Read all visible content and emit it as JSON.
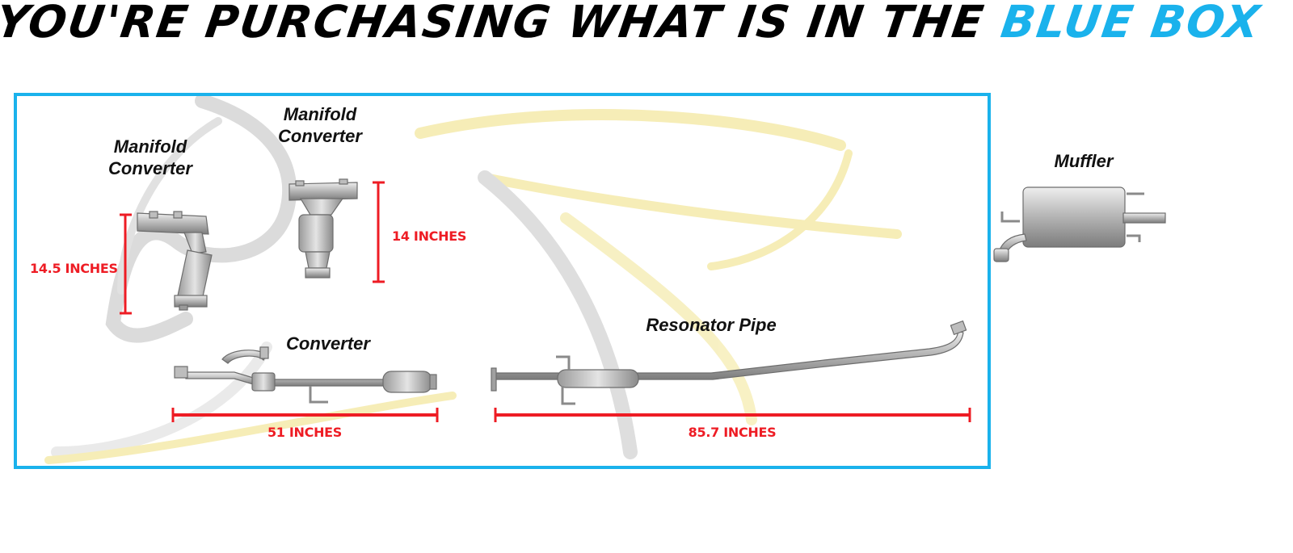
{
  "headline": {
    "prefix": "YOU'RE PURCHASING WHAT IS IN THE",
    "highlight": "BLUE BOX"
  },
  "colors": {
    "highlight_blue": "#1ab2ec",
    "dimension_red": "#ee1c24",
    "watermark_gray": "#c8c8c8",
    "watermark_yellow": "#f3e7a0"
  },
  "parts": {
    "manifold_converter_left": {
      "line1": "Manifold",
      "line2": "Converter",
      "dimension": "14.5 INCHES"
    },
    "manifold_converter_right": {
      "line1": "Manifold",
      "line2": "Converter",
      "dimension": "14 INCHES"
    },
    "converter": {
      "label": "Converter",
      "dimension": "51 INCHES"
    },
    "resonator_pipe": {
      "label": "Resonator Pipe",
      "dimension": "85.7 INCHES"
    },
    "muffler": {
      "label": "Muffler"
    }
  }
}
